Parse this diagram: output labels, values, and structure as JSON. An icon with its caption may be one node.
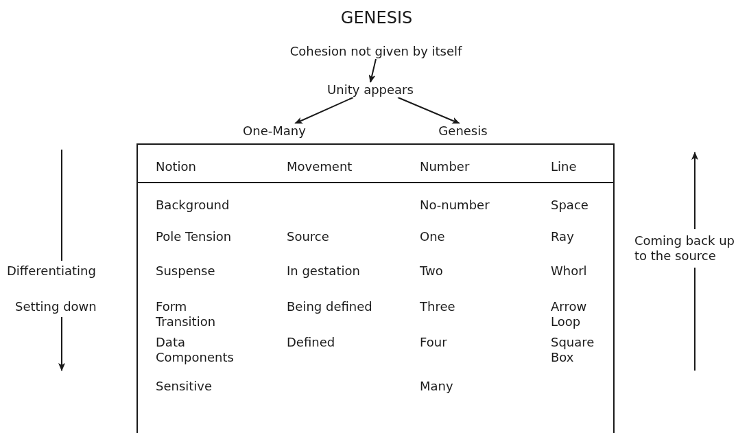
{
  "diagram": {
    "title": "GENESIS",
    "nodes": [
      {
        "text": [
          "Cohesion not given by itself"
        ]
      },
      {
        "text": [
          "Unity appears"
        ]
      },
      {
        "text": [
          "One-Many"
        ]
      },
      {
        "text": [
          "Genesis"
        ]
      }
    ],
    "edges": [
      {
        "from": 0,
        "to": 1,
        "arrow": "to"
      },
      {
        "from": 1,
        "to": 2,
        "arrow": "to"
      },
      {
        "from": 1,
        "to": 3,
        "arrow": "to"
      }
    ],
    "labels": [
      "Notion",
      "Movement",
      "Number",
      "Line",
      "Background",
      "No-number",
      "Space",
      "Pole Tension",
      "Source",
      "One",
      "Ray",
      "Coming back up to the source",
      "Differentiating",
      "Suspense",
      "In gestation",
      "Two",
      "Whorl",
      "Setting down",
      "Form Transition",
      "Being defined",
      "Three",
      "Arrow Loop",
      "Data Components",
      "Defined",
      "Four",
      "Square Box",
      "Sensitive",
      "Many"
    ]
  }
}
